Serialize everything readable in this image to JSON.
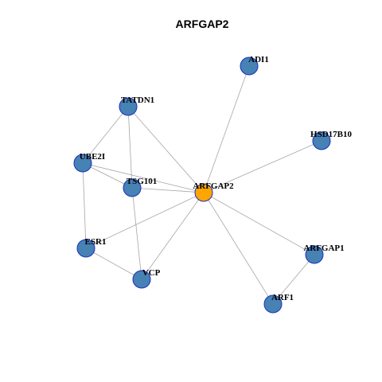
{
  "title": "ARFGAP2",
  "colors": {
    "hub": "#FFA500",
    "node": "#4682B4",
    "node_border": "#1A2FBF",
    "edge": "#A6A6A6"
  },
  "nodes": [
    {
      "id": "ARFGAP2",
      "label": "ARFGAP2",
      "hub": true
    },
    {
      "id": "ADI1",
      "label": "ADI1"
    },
    {
      "id": "HSD17B10",
      "label": "HSD17B10"
    },
    {
      "id": "TATDN1",
      "label": "TATDN1"
    },
    {
      "id": "UBE2I",
      "label": "UBE2I"
    },
    {
      "id": "TSG101",
      "label": "TSG101"
    },
    {
      "id": "ESR1",
      "label": "ESR1"
    },
    {
      "id": "VCP",
      "label": "VCP"
    },
    {
      "id": "ARFGAP1",
      "label": "ARFGAP1"
    },
    {
      "id": "ARF1",
      "label": "ARF1"
    }
  ],
  "edges": [
    [
      "ARFGAP2",
      "ADI1"
    ],
    [
      "ARFGAP2",
      "HSD17B10"
    ],
    [
      "ARFGAP2",
      "TATDN1"
    ],
    [
      "ARFGAP2",
      "UBE2I"
    ],
    [
      "ARFGAP2",
      "TSG101"
    ],
    [
      "ARFGAP2",
      "ESR1"
    ],
    [
      "ARFGAP2",
      "VCP"
    ],
    [
      "ARFGAP2",
      "ARFGAP1"
    ],
    [
      "ARFGAP2",
      "ARF1"
    ],
    [
      "TATDN1",
      "UBE2I"
    ],
    [
      "TATDN1",
      "TSG101"
    ],
    [
      "UBE2I",
      "TSG101"
    ],
    [
      "UBE2I",
      "ESR1"
    ],
    [
      "TSG101",
      "VCP"
    ],
    [
      "ESR1",
      "VCP"
    ],
    [
      "ARFGAP1",
      "ARF1"
    ]
  ]
}
